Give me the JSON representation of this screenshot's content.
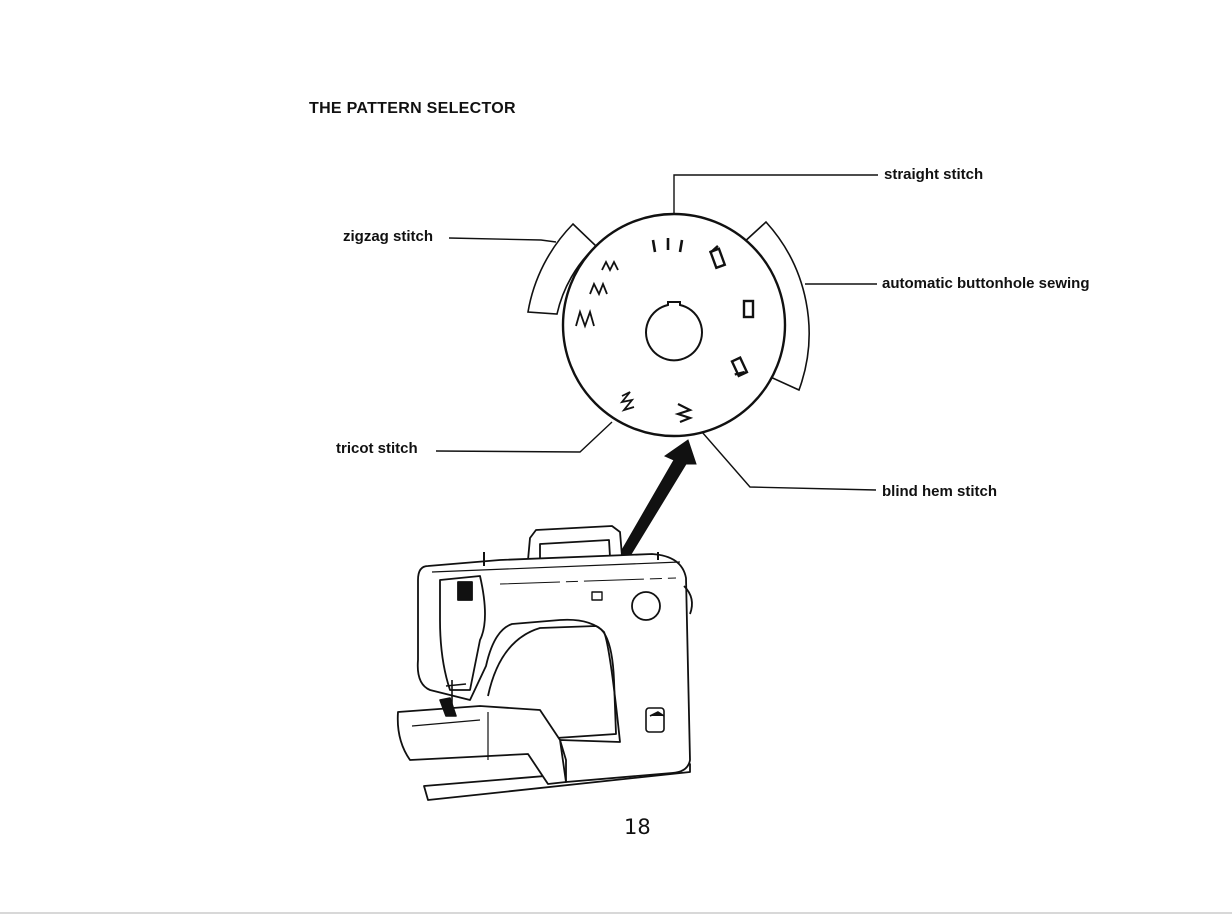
{
  "document": {
    "title": "THE PATTERN SELECTOR",
    "page_number": "18"
  },
  "labels": {
    "straight": "straight stitch",
    "zigzag": "zigzag stitch",
    "buttonhole": "automatic buttonhole sewing",
    "tricot": "tricot stitch",
    "blind_hem": "blind hem stitch"
  },
  "colors": {
    "ink": "#111111",
    "paper": "#ffffff"
  },
  "icons": {
    "dial": "pattern-selector-dial-icon",
    "machine": "sewing-machine-icon",
    "arrow": "pointer-arrow-icon"
  }
}
